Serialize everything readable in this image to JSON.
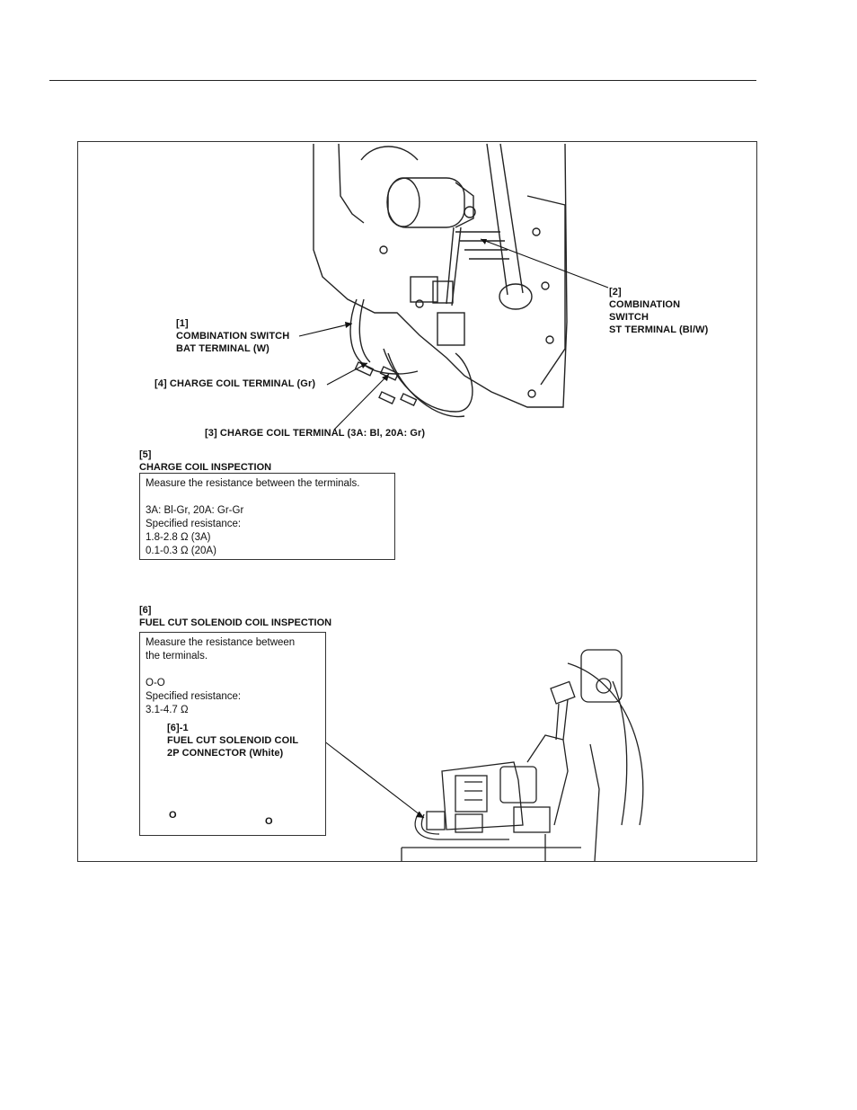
{
  "callouts": {
    "c1": {
      "num": "[1]",
      "l1": "COMBINATION SWITCH",
      "l2": "BAT TERMINAL (W)"
    },
    "c2": {
      "num": "[2]",
      "l1": "COMBINATION",
      "l2": "SWITCH",
      "l3": "ST TERMINAL (Bl/W)"
    },
    "c4": {
      "text": "[4] CHARGE COIL TERMINAL (Gr)"
    },
    "c3": {
      "text": "[3] CHARGE COIL TERMINAL (3A: Bl, 20A: Gr)"
    }
  },
  "charge_coil": {
    "num": "[5]",
    "title": "CHARGE COIL INSPECTION",
    "lines": [
      "Measure the resistance between the terminals.",
      "",
      "3A: Bl-Gr, 20A: Gr-Gr",
      "Specified resistance:",
      "1.8-2.8 Ω (3A)",
      "0.1-0.3 Ω (20A)"
    ]
  },
  "fuel_cut": {
    "num": "[6]",
    "title": "FUEL CUT SOLENOID COIL INSPECTION",
    "lines": [
      "Measure the resistance between",
      "the terminals.",
      "",
      "O-O",
      "Specified resistance:",
      "3.1-4.7 Ω"
    ],
    "connector": {
      "num": "[6]-1",
      "l1": "FUEL CUT SOLENOID COIL",
      "l2": "2P CONNECTOR (White)",
      "pin_a": "O",
      "pin_b": "O"
    }
  }
}
